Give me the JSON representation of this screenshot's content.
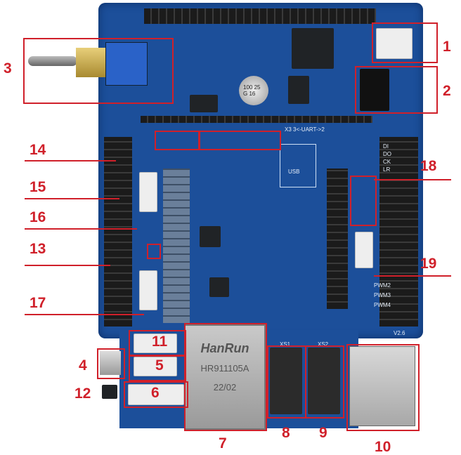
{
  "callouts": [
    "1",
    "2",
    "3",
    "4",
    "5",
    "6",
    "7",
    "8",
    "9",
    "10",
    "11",
    "12",
    "13",
    "14",
    "15",
    "16",
    "17",
    "18",
    "19"
  ],
  "board": {
    "ethernet_brand": "HanRun",
    "ethernet_model": "HR911105A",
    "ethernet_date": "22/02",
    "usb_label": "USB",
    "uart_label": "X3 3<-UART->2",
    "version": "V2.6",
    "audio_labels": [
      "XS1",
      "XS2"
    ],
    "cap_label": "100 25 G 16",
    "pin_labels_right": [
      "DI",
      "DO",
      "CK",
      "LR"
    ],
    "pwm_labels": [
      "PWM2",
      "PWM3",
      "PWM4"
    ]
  },
  "colors": {
    "annotation": "#d0202a",
    "pcb": "#1c4f9a"
  }
}
